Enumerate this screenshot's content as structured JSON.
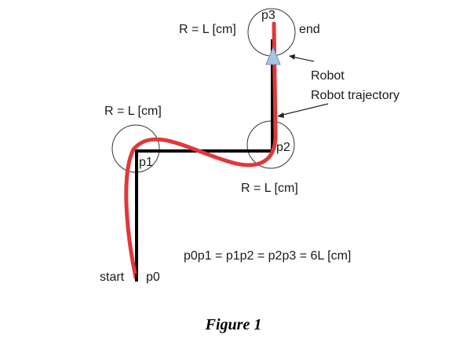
{
  "labels": {
    "radius_top": "R = L [cm]",
    "p3": "p3",
    "end": "end",
    "robot": "Robot",
    "robot_trajectory": "Robot trajectory",
    "radius_left": "R =  L [cm]",
    "p1": "p1",
    "p2": "p2",
    "radius_p2": "R = L [cm]",
    "equation": "p0p1 = p1p2 = p2p3 = 6L [cm]",
    "start": "start",
    "p0": "p0"
  },
  "caption": "Figure 1",
  "colors": {
    "path": "#000000",
    "trajectory": "#e2373a",
    "robot_marker": "#a9c4e6",
    "circle": "#333333"
  }
}
